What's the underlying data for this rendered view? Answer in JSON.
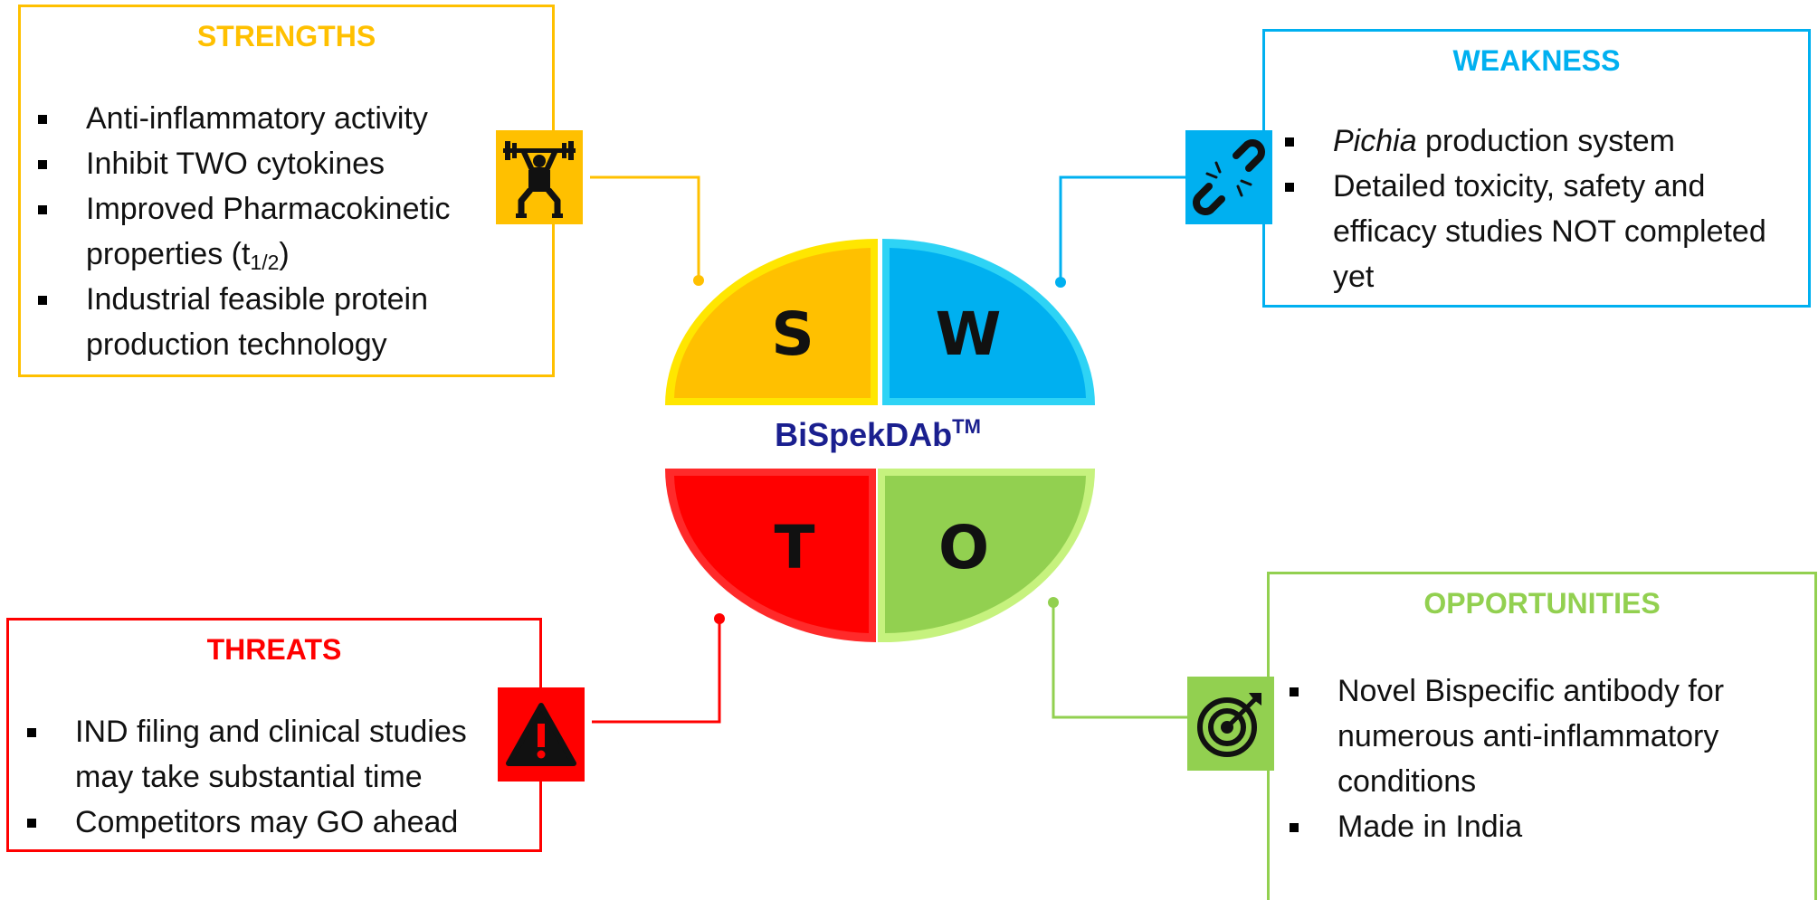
{
  "colors": {
    "strengths": "#FFC000",
    "weakness": "#00B0F0",
    "threats": "#FF0000",
    "opportunities": "#92D050",
    "center_title": "#1A1F8F"
  },
  "center": {
    "title": "BiSpekDAb",
    "trademark": "TM",
    "letters": {
      "s": "S",
      "w": "W",
      "t": "T",
      "o": "O"
    }
  },
  "strengths": {
    "title": "STRENGTHS",
    "icon": "weightlifter-icon",
    "items": [
      "Anti-inflammatory activity",
      "Inhibit TWO cytokines",
      "Improved Pharmacokinetic properties (t",
      "Industrial feasible protein production technology"
    ],
    "item3_sub": "1/2",
    "item3_tail": ")"
  },
  "weakness": {
    "title": "WEAKNESS",
    "icon": "broken-link-icon",
    "item1_italic": "Pichia",
    "item1_rest": " production system",
    "items": [
      "Detailed toxicity, safety and efficacy studies NOT completed yet"
    ]
  },
  "threats": {
    "title": "THREATS",
    "icon": "warning-icon",
    "items": [
      "IND filing and clinical studies may take substantial time",
      "Competitors may GO ahead"
    ]
  },
  "opportunities": {
    "title": "OPPORTUNITIES",
    "icon": "target-icon",
    "items": [
      "Novel Bispecific antibody for numerous anti-inflammatory conditions",
      "Made in India"
    ]
  }
}
